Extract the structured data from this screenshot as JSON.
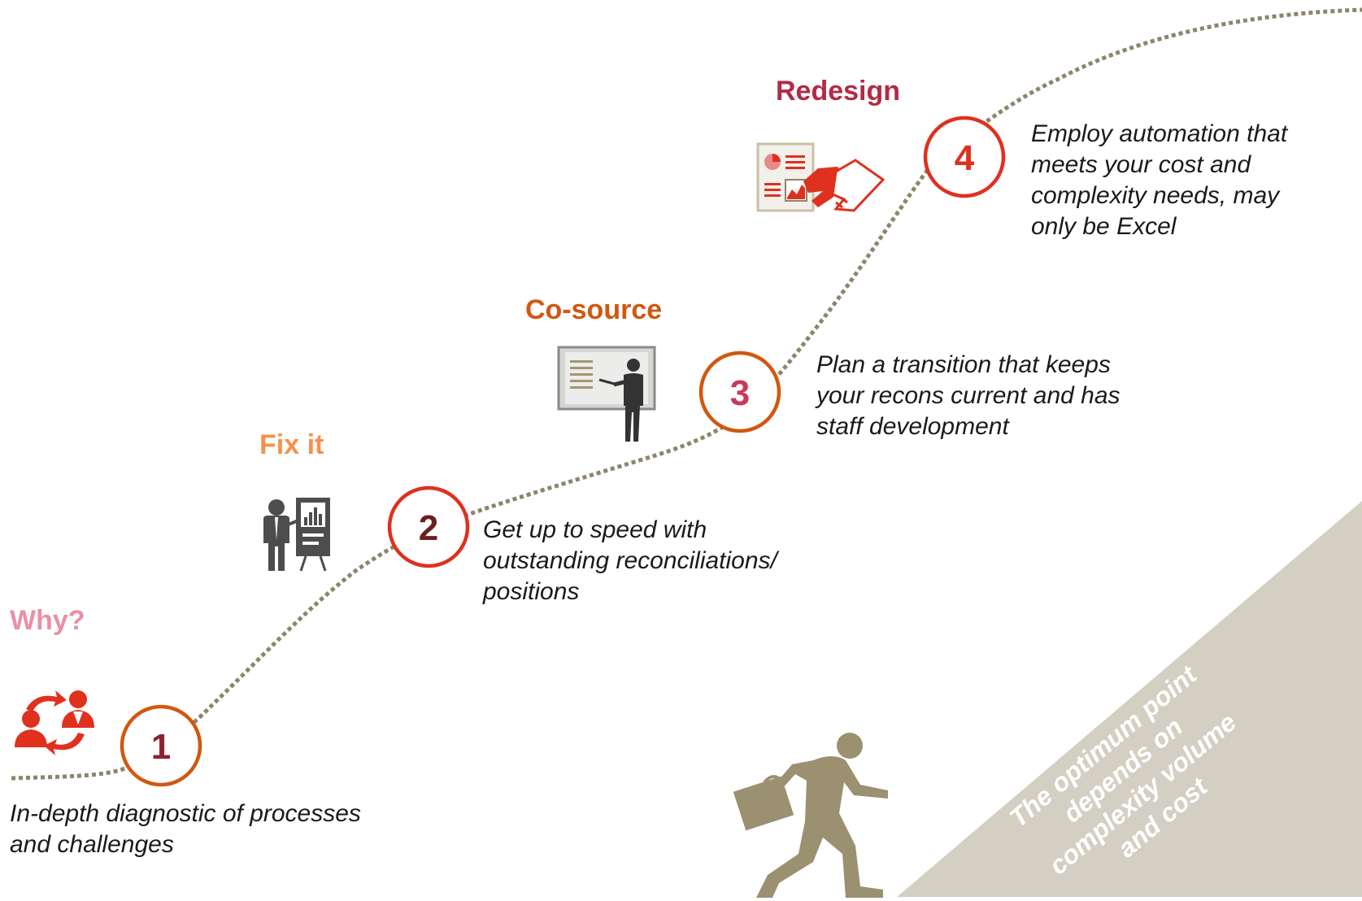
{
  "steps": [
    {
      "number": "1",
      "title": "Why?",
      "description": "In-depth diagnostic of processes and challenges",
      "title_color": "#ea8fa6",
      "number_color": "#8b2332",
      "ring_color": "#d2570f",
      "icon": "people-exchange-icon"
    },
    {
      "number": "2",
      "title": "Fix it",
      "description": "Get up to speed with outstanding reconciliations/ positions",
      "title_color": "#f5914c",
      "number_color": "#6b1f1f",
      "ring_color": "#e0301e",
      "icon": "presenter-chart-icon"
    },
    {
      "number": "3",
      "title": "Co-source",
      "description": "Plan a transition that keeps your recons current and has staff development",
      "title_color": "#d2570f",
      "number_color": "#c83a58",
      "ring_color": "#d2570f",
      "icon": "trainer-whiteboard-icon"
    },
    {
      "number": "4",
      "title": "Redesign",
      "description": "Employ automation that meets your cost and complexity needs, may only be Excel",
      "title_color": "#b22a46",
      "number_color": "#e0301e",
      "ring_color": "#e0301e",
      "icon": "document-handshake-icon"
    }
  ],
  "callout": {
    "lines": [
      "The optimum point",
      "depends on",
      "complexity volume",
      "and cost"
    ],
    "fill_color": "#d3cfc2"
  },
  "figure_icon": "running-businessman-icon",
  "path_color": "#8c856a"
}
